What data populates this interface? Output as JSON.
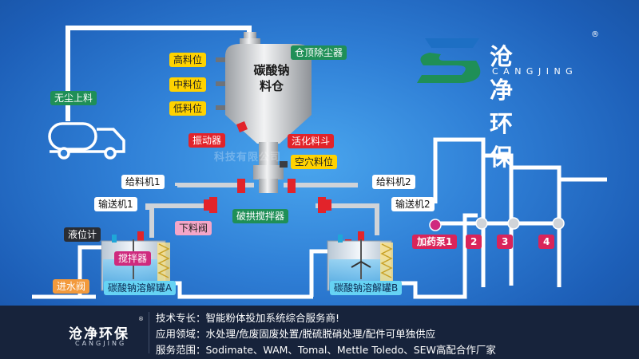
{
  "silo": {
    "label_line1": "碳酸钠",
    "label_line2": "料仓"
  },
  "labels": {
    "dust_collector": "仓顶除尘器",
    "high_level": "高料位",
    "mid_level": "中料位",
    "low_level": "低料位",
    "dust_free_loading": "无尘上料",
    "vibrator": "振动器",
    "activation_hopper": "活化料斗",
    "empty_level": "空穴料位",
    "feeder_1": "给料机1",
    "feeder_2": "给料机2",
    "conveyor_1": "输送机1",
    "conveyor_2": "输送机2",
    "arch_breaker": "破拱搅拌器",
    "discharge_valve": "下料阀",
    "level_gauge": "液位计",
    "agitator": "搅拌器",
    "inlet_valve": "进水阀",
    "tank_a": "碳酸钠溶解罐A",
    "tank_b": "碳酸钠溶解罐B",
    "pump_1": "加药泵1",
    "pump_2": "2",
    "pump_3": "3",
    "pump_4": "4"
  },
  "watermark": "科技有限公司",
  "brand": {
    "name_cn": "沧净环保",
    "name_en": "CANGJING",
    "registered": "®"
  },
  "footer": {
    "brand_cn": "沧净环保",
    "brand_en": "CANGJING",
    "registered": "®",
    "line1": "技术专长：智能粉体投加系统综合服务商!",
    "line2": "应用领域：水处理/危废固废处置/脱硫脱硝处理/配件可单独供应",
    "line3": "服务范围：Sodimate、WAM、Tomal、Mettle Toledo、SEW高配合作厂家"
  },
  "colors": {
    "background": "#2f7fd6",
    "pipe": "#ffffff",
    "valve": "#e2232a",
    "label_yellow": "#ffd200",
    "footer_bg": "#17233b",
    "brand_green": "#1f8f57",
    "brand_blue": "#1d6fc4"
  },
  "icons": [
    "tanker-truck-icon",
    "silo-icon",
    "valve-icon",
    "tank-icon",
    "pump-icon",
    "logo-icon"
  ]
}
